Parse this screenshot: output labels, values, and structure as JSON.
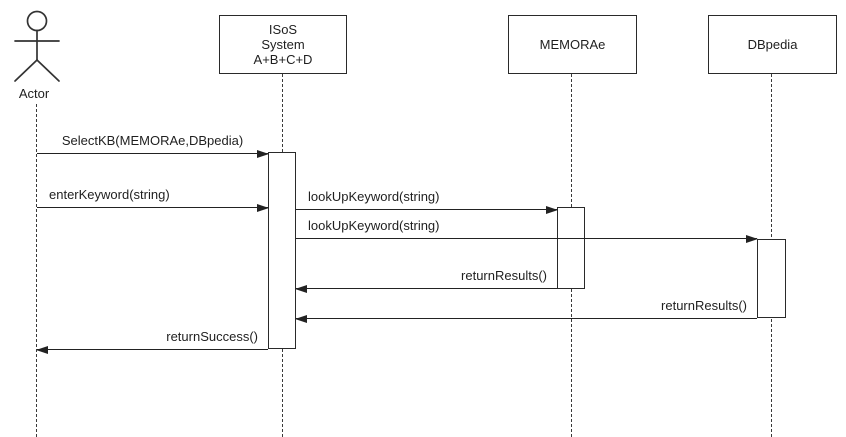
{
  "diagram": {
    "type": "uml-sequence-diagram",
    "colors": {
      "background": "#ffffff",
      "line": "#222222",
      "box_border": "#2a2a2a",
      "box_fill": "#ffffff",
      "text": "#1f1f1f"
    },
    "lifelines": [
      {
        "id": "actor",
        "kind": "actor",
        "label": "Actor"
      },
      {
        "id": "isos",
        "kind": "object",
        "label": "ISoS\nSystem\nA+B+C+D"
      },
      {
        "id": "memorae",
        "kind": "object",
        "label": "MEMORAe"
      },
      {
        "id": "dbpedia",
        "kind": "object",
        "label": "DBpedia"
      }
    ],
    "messages": [
      {
        "order": 1,
        "from": "Actor",
        "to": "ISoS System",
        "direction": "right",
        "label": "SelectKB(MEMORAe,DBpedia)"
      },
      {
        "order": 2,
        "from": "Actor",
        "to": "ISoS System",
        "direction": "right",
        "label": "enterKeyword(string)"
      },
      {
        "order": 3,
        "from": "ISoS System",
        "to": "MEMORAe",
        "direction": "right",
        "label": "lookUpKeyword(string)"
      },
      {
        "order": 4,
        "from": "ISoS System",
        "to": "DBpedia",
        "direction": "right",
        "label": "lookUpKeyword(string)"
      },
      {
        "order": 5,
        "from": "MEMORAe",
        "to": "ISoS System",
        "direction": "left",
        "label": "returnResults()"
      },
      {
        "order": 6,
        "from": "DBpedia",
        "to": "ISoS System",
        "direction": "left",
        "label": "returnResults()"
      },
      {
        "order": 7,
        "from": "ISoS System",
        "to": "Actor",
        "direction": "left",
        "label": "returnSuccess()"
      }
    ]
  }
}
